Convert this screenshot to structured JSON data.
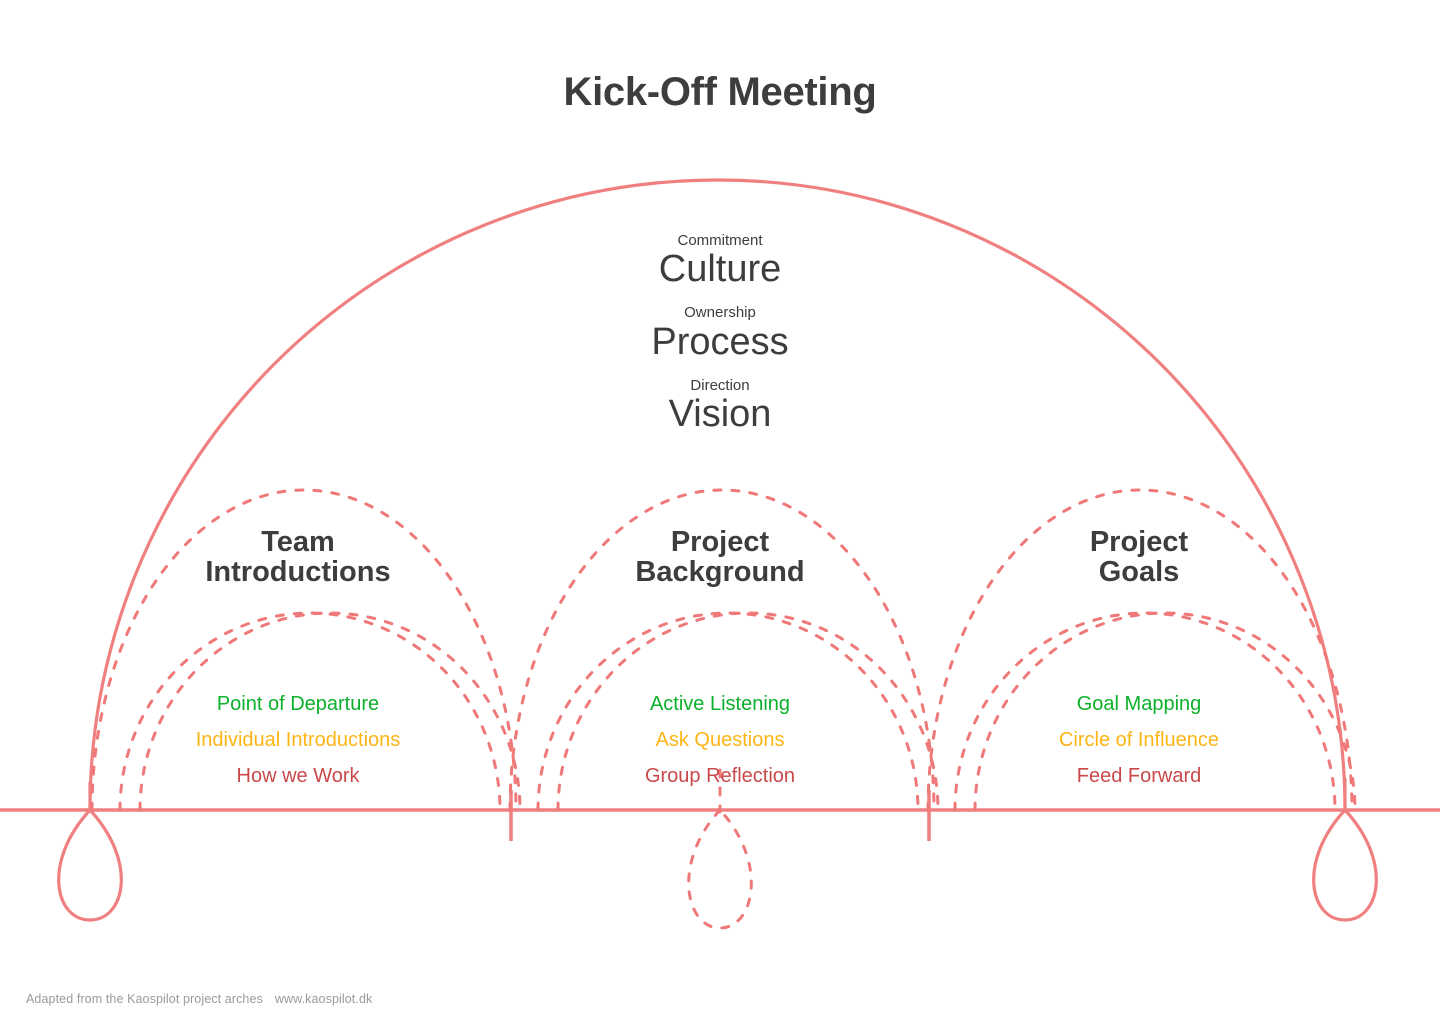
{
  "page": {
    "title": "Kick-Off Meeting",
    "background_color": "#ffffff",
    "arch_color": "#f08080",
    "heading_color": "#3d3d3d"
  },
  "center_stack": [
    {
      "small": "Commitment",
      "big": "Culture"
    },
    {
      "small": "Ownership",
      "big": "Process"
    },
    {
      "small": "Direction",
      "big": "Vision"
    }
  ],
  "sections": [
    {
      "heading_line1": "Team",
      "heading_line2": "Introductions",
      "items": [
        {
          "label": "Point of Departure",
          "color": "#0cb02a",
          "tone": "green"
        },
        {
          "label": "Individual Introductions",
          "color": "#fdb515",
          "tone": "amber"
        },
        {
          "label": "How we Work",
          "color": "#c9494b",
          "tone": "red"
        }
      ]
    },
    {
      "heading_line1": "Project",
      "heading_line2": "Background",
      "items": [
        {
          "label": "Active Listening",
          "color": "#0cb02a",
          "tone": "green"
        },
        {
          "label": "Ask Questions",
          "color": "#fdb515",
          "tone": "amber"
        },
        {
          "label": "Group Reflection",
          "color": "#c9494b",
          "tone": "red"
        }
      ]
    },
    {
      "heading_line1": "Project",
      "heading_line2": "Goals",
      "items": [
        {
          "label": "Goal Mapping",
          "color": "#0cb02a",
          "tone": "green"
        },
        {
          "label": "Circle of Influence",
          "color": "#fdb515",
          "tone": "amber"
        },
        {
          "label": "Feed Forward",
          "color": "#c9494b",
          "tone": "red"
        }
      ]
    }
  ],
  "footer": {
    "credit": "Adapted from the Kaospilot project arches",
    "url": "www.kaospilot.dk"
  }
}
